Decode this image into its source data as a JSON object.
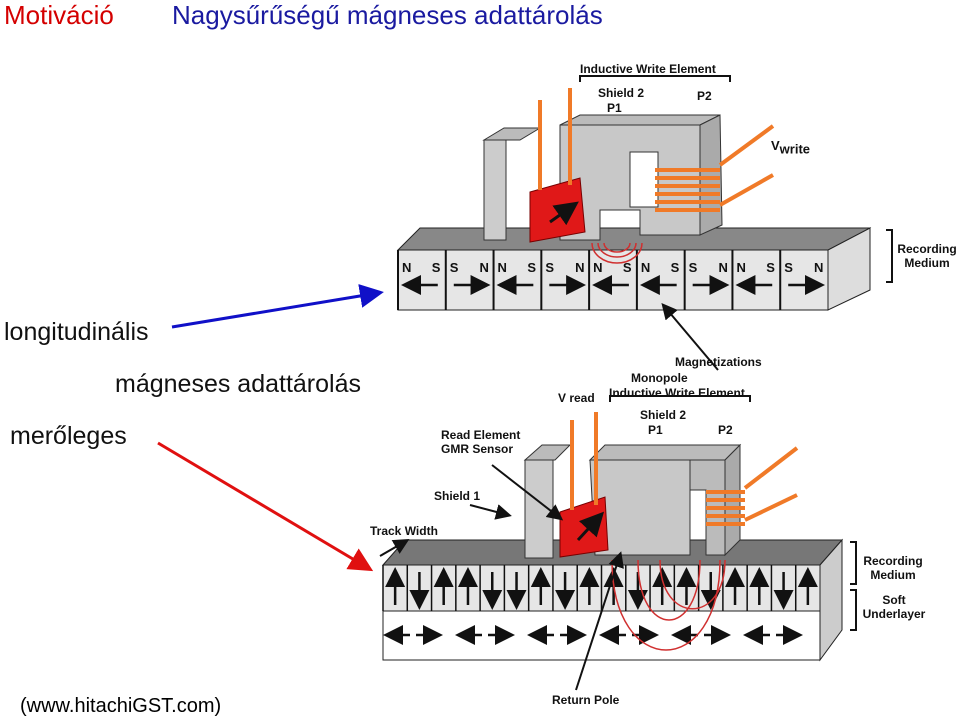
{
  "slide": {
    "title": "Motiváció",
    "subtitle": "Nagysűrűségű mágneses adattárolás",
    "label_longitudinal": "longitudinális",
    "label_storage": "mágneses adattárolás",
    "label_perpendicular": "merőleges",
    "source": "(www.hitachiGST.com)"
  },
  "colors": {
    "title": "#d40000",
    "subtitle": "#1a1aa0",
    "longitudinal_arrow": "#1010c8",
    "perpendicular_arrow": "#e01010",
    "coil": "#f07a28",
    "sensor": "#e01818"
  },
  "top_diagram": {
    "inductive_write_element": "Inductive Write Element",
    "shield2": "Shield 2",
    "p1": "P1",
    "p2": "P2",
    "v_write": "V",
    "v_write_sub": "write",
    "recording_medium": "Recording Medium",
    "magnetizations": "Magnetizations",
    "bits": [
      {
        "left": "N",
        "right": "S",
        "dir": "left"
      },
      {
        "left": "S",
        "right": "N",
        "dir": "right"
      },
      {
        "left": "N",
        "right": "S",
        "dir": "left"
      },
      {
        "left": "S",
        "right": "N",
        "dir": "right"
      },
      {
        "left": "N",
        "right": "S",
        "dir": "left"
      },
      {
        "left": "N",
        "right": "S",
        "dir": "left"
      },
      {
        "left": "S",
        "right": "N",
        "dir": "right"
      },
      {
        "left": "N",
        "right": "S",
        "dir": "left"
      },
      {
        "left": "S",
        "right": "N",
        "dir": "right"
      }
    ]
  },
  "bottom_diagram": {
    "monopole": "Monopole",
    "inductive_write_element": "Inductive Write Element",
    "v_read": "V read",
    "shield2": "Shield 2",
    "p1": "P1",
    "p2": "P2",
    "read_element": "Read Element",
    "gmr_sensor": "GMR Sensor",
    "shield1": "Shield 1",
    "track_width": "Track Width",
    "recording_medium": "Recording Medium",
    "soft_underlayer": "Soft Underlayer",
    "return_pole": "Return Pole",
    "bits": [
      "up",
      "down",
      "up",
      "up",
      "down",
      "down",
      "up",
      "down",
      "up",
      "up",
      "down",
      "up",
      "up",
      "down",
      "up",
      "up",
      "down",
      "up"
    ]
  }
}
